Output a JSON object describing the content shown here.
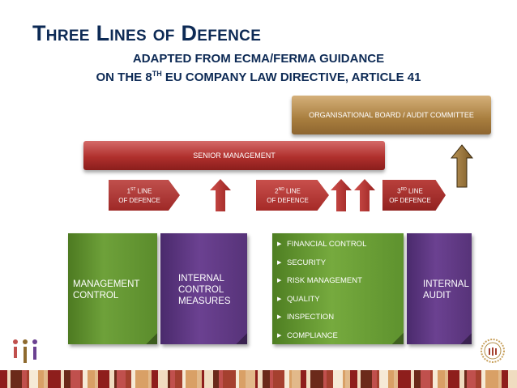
{
  "title": "Three Lines of Defence",
  "subtitle": {
    "line1": "ADAPTED FROM ECMA/FERMA GUIDANCE",
    "line2_pre": "ON THE 8",
    "line2_sup": "TH",
    "line2_post": " EU COMPANY LAW DIRECTIVE, ARTICLE 41"
  },
  "board": {
    "label": "ORGANISATIONAL BOARD / AUDIT COMMITTEE"
  },
  "senior": {
    "label": "SENIOR MANAGEMENT"
  },
  "lines": [
    {
      "num": "1",
      "sup": "ST",
      "word": " LINE",
      "of": "OF DEFENCE"
    },
    {
      "num": "2",
      "sup": "ND",
      "word": " LINE",
      "of": "OF DEFENCE"
    },
    {
      "num": "3",
      "sup": "RD",
      "word": " LINE",
      "of": "OF DEFENCE"
    }
  ],
  "columns": {
    "management": "MANAGEMENT CONTROL",
    "internal_control": "INTERNAL CONTROL MEASURES",
    "second_line_items": [
      "FINANCIAL CONTROL",
      "SECURITY",
      "RISK MANAGEMENT",
      "QUALITY",
      "INSPECTION",
      "COMPLIANCE"
    ],
    "internal_audit": "INTERNAL AUDIT"
  },
  "colors": {
    "title": "#0d2a55",
    "board": "#a87e3e",
    "senior": "#b0302d",
    "green": "#6ea13a",
    "purple": "#6b4191",
    "red_arrow": "#b23430",
    "gold_arrow": "#8e6a2e"
  },
  "icons": [
    "up-arrow-icon",
    "logo-icon",
    "badge-icon"
  ]
}
